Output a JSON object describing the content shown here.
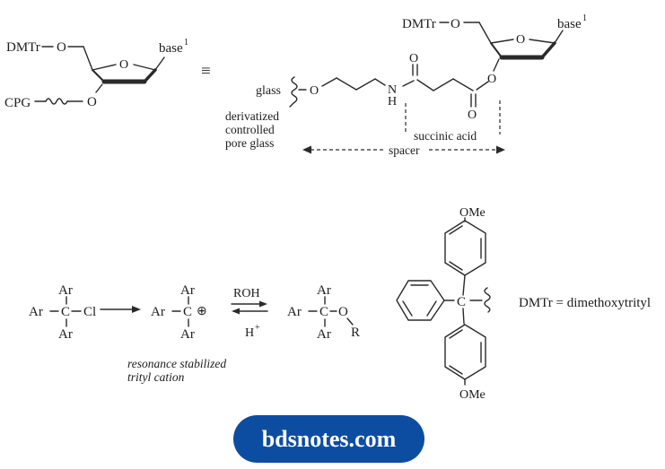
{
  "figure": {
    "cpg_structure": {
      "dmtr": "DMTr",
      "o": "O",
      "base": "base",
      "base_sup": "1",
      "cpg": "CPG"
    },
    "equiv": "≡",
    "expanded": {
      "dmtr": "DMTr",
      "o": "O",
      "base": "base",
      "base_sup": "1",
      "glass": "glass",
      "n": "N",
      "h": "H",
      "caption_glass_1": "derivatized",
      "caption_glass_2": "controlled",
      "caption_glass_3": "pore glass",
      "caption_succinic": "succinic acid",
      "caption_spacer": "spacer"
    },
    "trityl": {
      "ar": "Ar",
      "c": "C",
      "cl": "Cl",
      "cation_plus": "⊕",
      "roh": "ROH",
      "h": "H",
      "h_sup": "+",
      "o": "O",
      "r": "R",
      "caption_1": "resonance stabilized",
      "caption_2": "trityl cation"
    },
    "dmtr_detail": {
      "ome": "OMe",
      "c": "C",
      "definition": "DMTr = dimethoxytrityl"
    }
  },
  "watermark": {
    "label": "bdsnotes.com",
    "bg_color": "#0c4da2",
    "text_color": "#ffffff"
  },
  "palette": {
    "ink": "#1c1c1c",
    "bond": "#2a2a2a",
    "background": "#ffffff"
  }
}
